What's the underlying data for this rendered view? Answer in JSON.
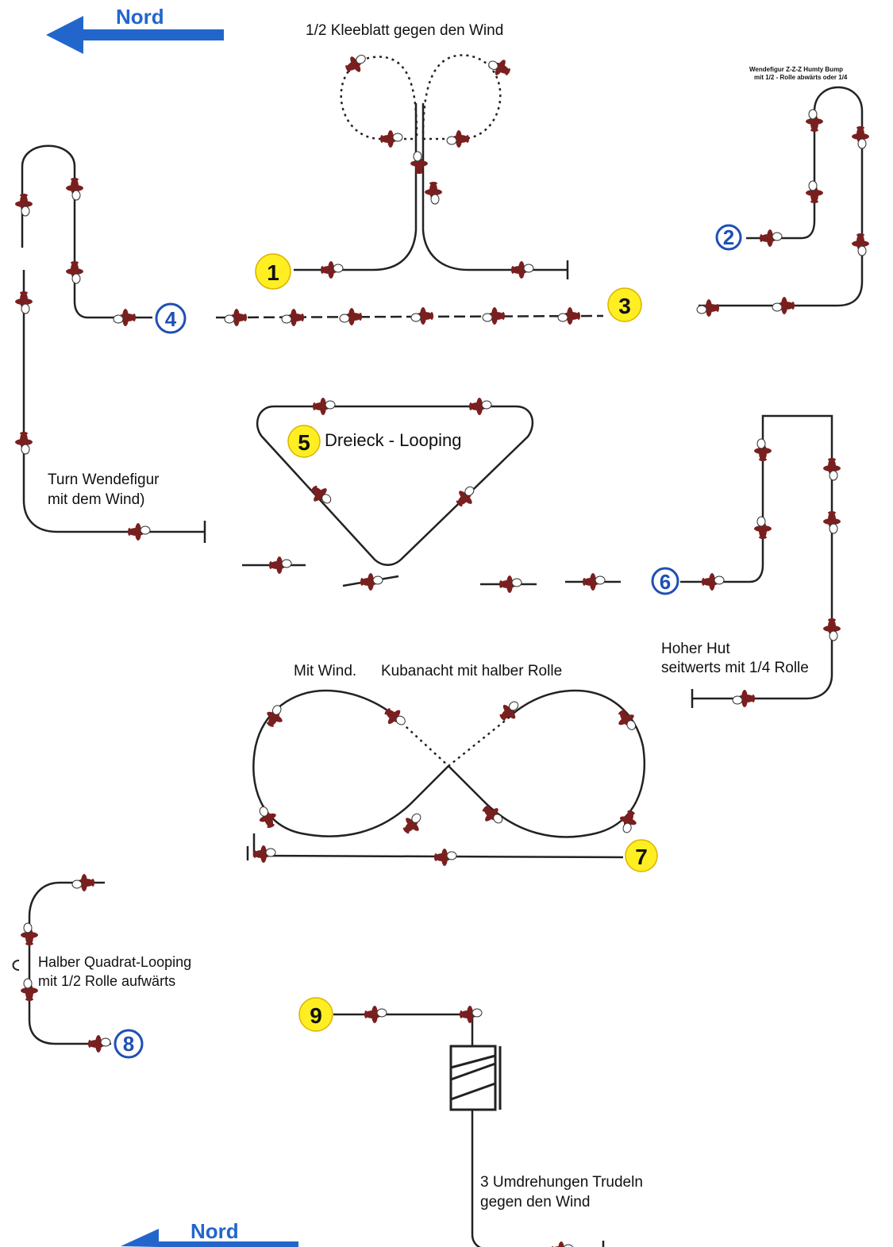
{
  "colors": {
    "arrow_blue": "#2266cc",
    "badge_yellow": "#ffee22",
    "badge_blue_ring": "#1f4fb5",
    "plane_red": "#7a1f1f",
    "line": "#222222"
  },
  "nord_top": "Nord",
  "nord_bottom": "Nord",
  "labels": {
    "kleeblatt": "1/2 Kleeblatt gegen den Wind",
    "humpty_line1": "Wendefigur Z-Z-Z Humty Bump",
    "humpty_line2": "mit 1/2 - Rolle abwärts oder 1/4",
    "turn_line1": "Turn Wendefigur",
    "turn_line2": "mit dem Wind)",
    "dreieck": "Dreieck - Looping",
    "hut_line1": "Hoher Hut",
    "hut_line2": "seitwerts mit 1/4 Rolle",
    "mit_wind": "Mit Wind.",
    "kubanacht": "Kubanacht mit halber Rolle",
    "quadrat_line1": "Halber Quadrat-Looping",
    "quadrat_line2": "mit 1/2 Rolle aufwärts",
    "trudeln_line1": "3 Umdrehungen Trudeln",
    "trudeln_line2": "gegen den Wind"
  },
  "badges": {
    "b1": "1",
    "b2": "2",
    "b3": "3",
    "b4": "4",
    "b5": "5",
    "b6": "6",
    "b7": "7",
    "b8": "8",
    "b9": "9"
  },
  "icons": {
    "plane": "plane-icon",
    "nord_arrow": "arrow-left-icon"
  }
}
